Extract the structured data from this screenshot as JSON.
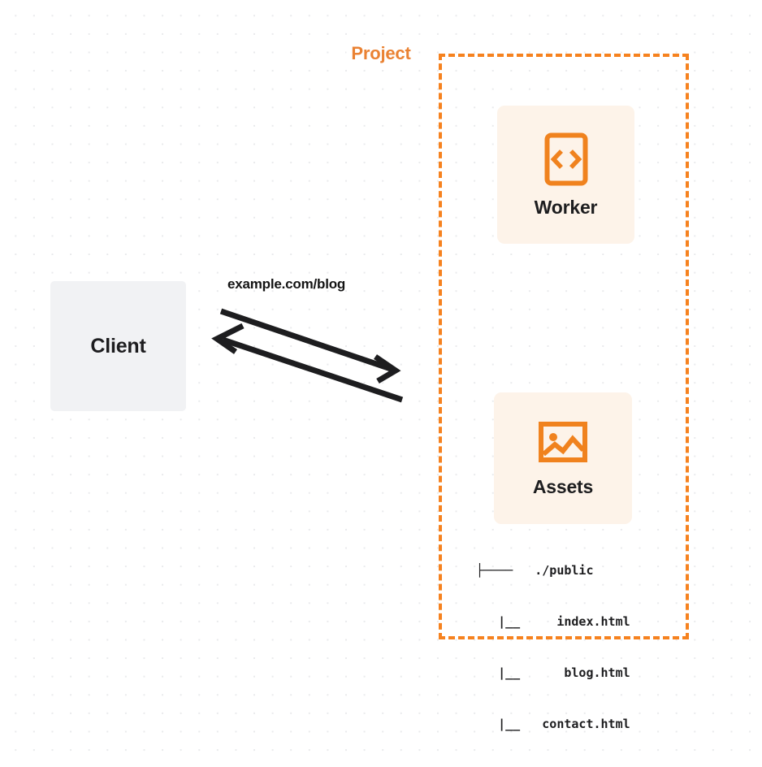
{
  "diagram": {
    "type": "architecture-flow",
    "background": "dotted-grid",
    "colors": {
      "accent_orange": "#f6821f",
      "title_orange": "#ea8233",
      "card_background": "#fdf3e9",
      "client_background": "#f1f2f4",
      "text_dark": "#1d1d1f",
      "grid_dot": "#e9eaec"
    }
  },
  "client": {
    "label": "Client"
  },
  "connector": {
    "label": "example.com/blog",
    "direction": "bidirectional",
    "arrow_out": "request to project",
    "arrow_in": "response to client"
  },
  "project": {
    "title": "Project",
    "border_style": "dashed",
    "nodes": [
      {
        "label": "Worker",
        "icon": "code-brackets-icon"
      },
      {
        "label": "Assets",
        "icon": "image-icon"
      }
    ]
  },
  "file_tree": {
    "root": {
      "prefix": "├────",
      "name": "./public"
    },
    "children": [
      {
        "prefix": "|__",
        "name": "index.html"
      },
      {
        "prefix": "|__",
        "name": "blog.html"
      },
      {
        "prefix": "|__",
        "name": "contact.html"
      }
    ],
    "lines": [
      "├────   ./public",
      "   |__     index.html",
      "   |__      blog.html",
      "   |__   contact.html"
    ]
  }
}
